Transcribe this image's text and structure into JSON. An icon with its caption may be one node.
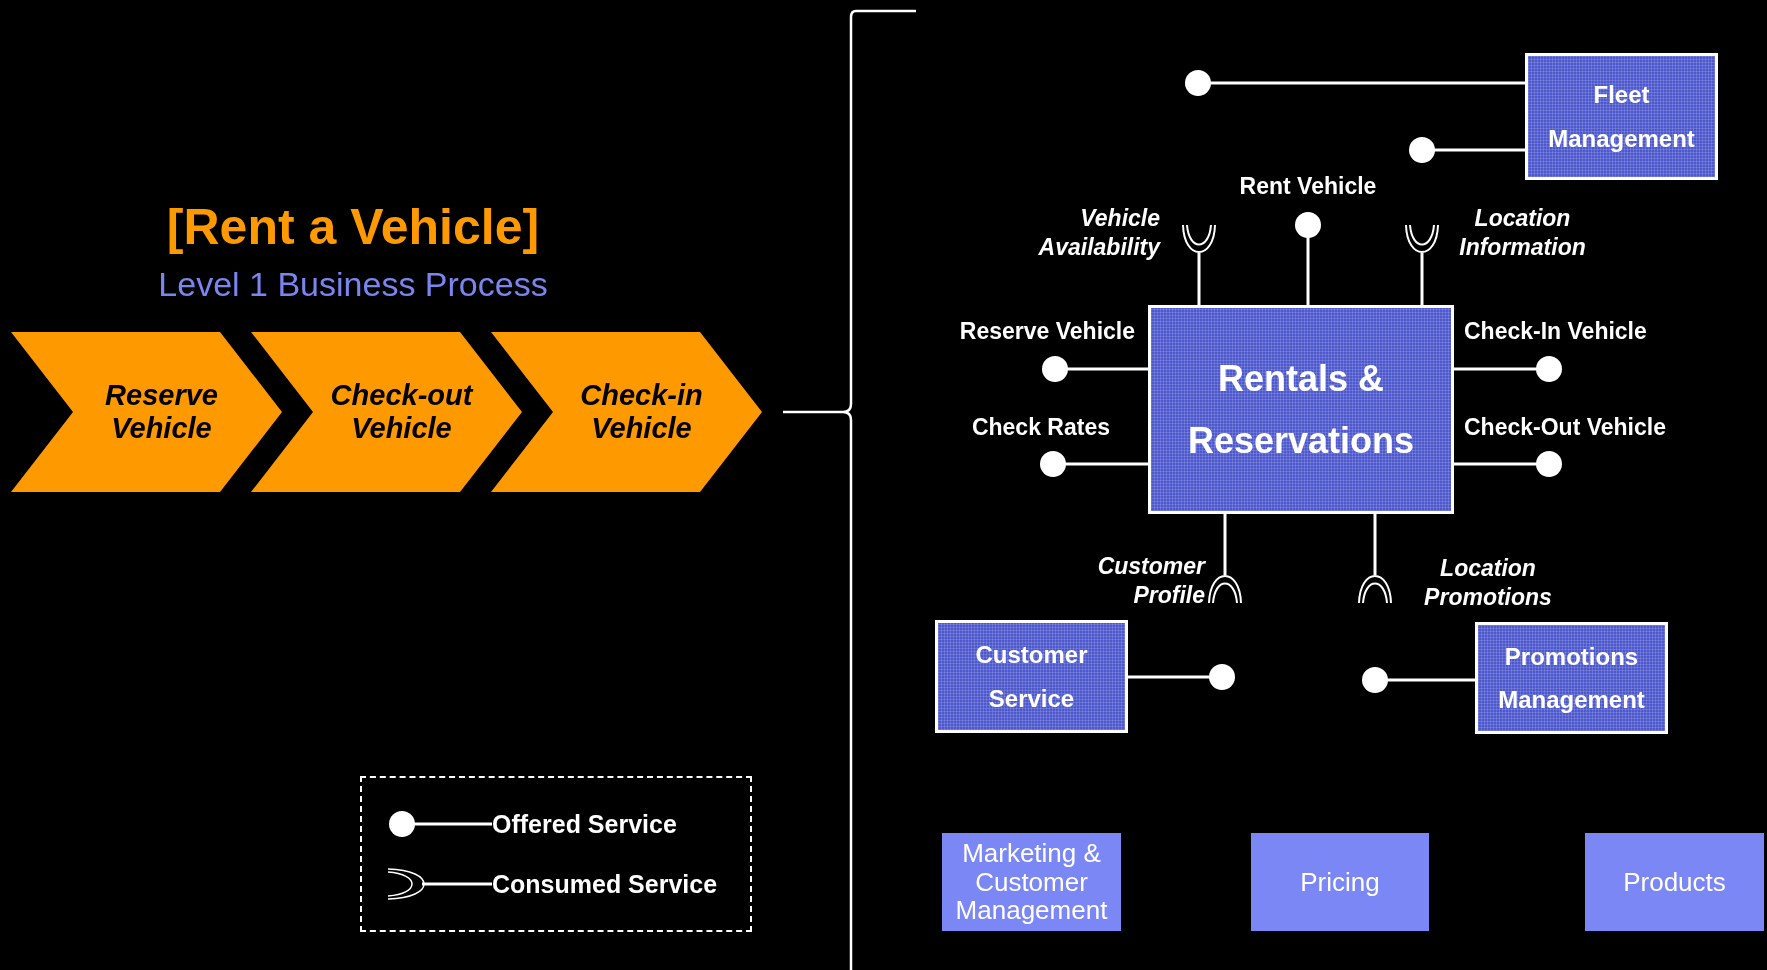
{
  "diagram": {
    "title": "[Rent a Vehicle]",
    "nodes": [
      {
        "text": [
          "Reserve Vehicle"
        ]
      },
      {
        "text": [
          "Check-out Vehicle"
        ]
      },
      {
        "text": [
          "Check-in Vehicle"
        ]
      },
      {
        "text": [
          "Fleet Management"
        ]
      },
      {
        "text": [
          "Rentals & Reservations"
        ]
      },
      {
        "text": [
          "Customer Service"
        ]
      },
      {
        "text": [
          "Promotions Management"
        ]
      },
      {
        "text": [
          "Marketing & Customer Management"
        ]
      },
      {
        "text": [
          "Pricing"
        ]
      },
      {
        "text": [
          "Products"
        ]
      }
    ],
    "edges": [
      {
        "from": 3,
        "to": null,
        "arrow": "other"
      },
      {
        "from": 3,
        "to": null,
        "arrow": "other"
      },
      {
        "from": 4,
        "to": null,
        "arrow": "other",
        "label": "Vehicle Availability"
      },
      {
        "from": 4,
        "to": null,
        "arrow": "other",
        "label": "Rent Vehicle"
      },
      {
        "from": 4,
        "to": null,
        "arrow": "other",
        "label": "Location Information"
      },
      {
        "from": 4,
        "to": null,
        "arrow": "other",
        "label": "Reserve Vehicle"
      },
      {
        "from": 4,
        "to": null,
        "arrow": "other",
        "label": "Check Rates"
      },
      {
        "from": 4,
        "to": null,
        "arrow": "other",
        "label": "Check-In Vehicle"
      },
      {
        "from": 4,
        "to": null,
        "arrow": "other",
        "label": "Check-Out Vehicle"
      },
      {
        "from": 4,
        "to": null,
        "arrow": "other",
        "label": "Customer Profile"
      },
      {
        "from": 4,
        "to": null,
        "arrow": "other",
        "label": "Location Promotions"
      },
      {
        "from": 5,
        "to": null,
        "arrow": "other"
      },
      {
        "from": 6,
        "to": null,
        "arrow": "other"
      }
    ],
    "labels": [
      "Level 1 Business Process"
    ],
    "legend": [
      {
        "text": "Offered Service"
      },
      {
        "text": "Consumed Service"
      }
    ]
  }
}
